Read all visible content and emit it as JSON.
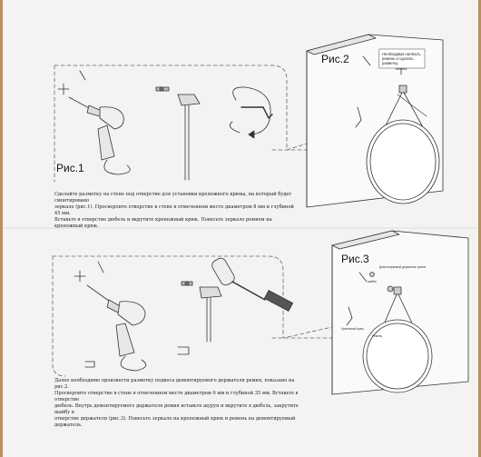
{
  "top_section": {
    "fig1_label": "Рис.1",
    "fig2_label": "Рис.2",
    "fig2_callout": [
      "Необходимо натянуть",
      "ремень и сделать",
      "разметку"
    ],
    "instructions": [
      "Сделайте разметку на стене под отверстие для установки крепежного крюка, на который будет смонтировано",
      "зеркало (рис.1). Просверлите отверстие в стене в отмеченном месте диаметром 8 мм и глубиной 45 мм.",
      "Вставьте в отверстие дюбель и вкрутите крепежный крюк. Повесьте зеркало ремнем на крепежный крюк."
    ]
  },
  "bottom_section": {
    "fig3_label": "Рис.3",
    "fig3_notes": {
      "holder": "Демонтируемый держатель ремня",
      "washer": "шайба",
      "hook": "Крепежный крюк",
      "strap": "Ремень"
    },
    "instructions": [
      "Далее необходимо произвести разметку подвеса демонтируемого держателя ремня, показано на рис.2.",
      "Просверлите отверстие в стене в отмеченном месте диаметром 6 мм и глубиной 35 мм. Вставьте в отверстие",
      "дюбель. Внутрь демонтируемого держателя ремня вставьте шуруп и вкрутите в дюбель, закрутите шайбу в",
      "отверстие держателя (рис.3). Повесьте зеркало на крепежный крюк и ремень на демонтируемый держатель."
    ]
  }
}
